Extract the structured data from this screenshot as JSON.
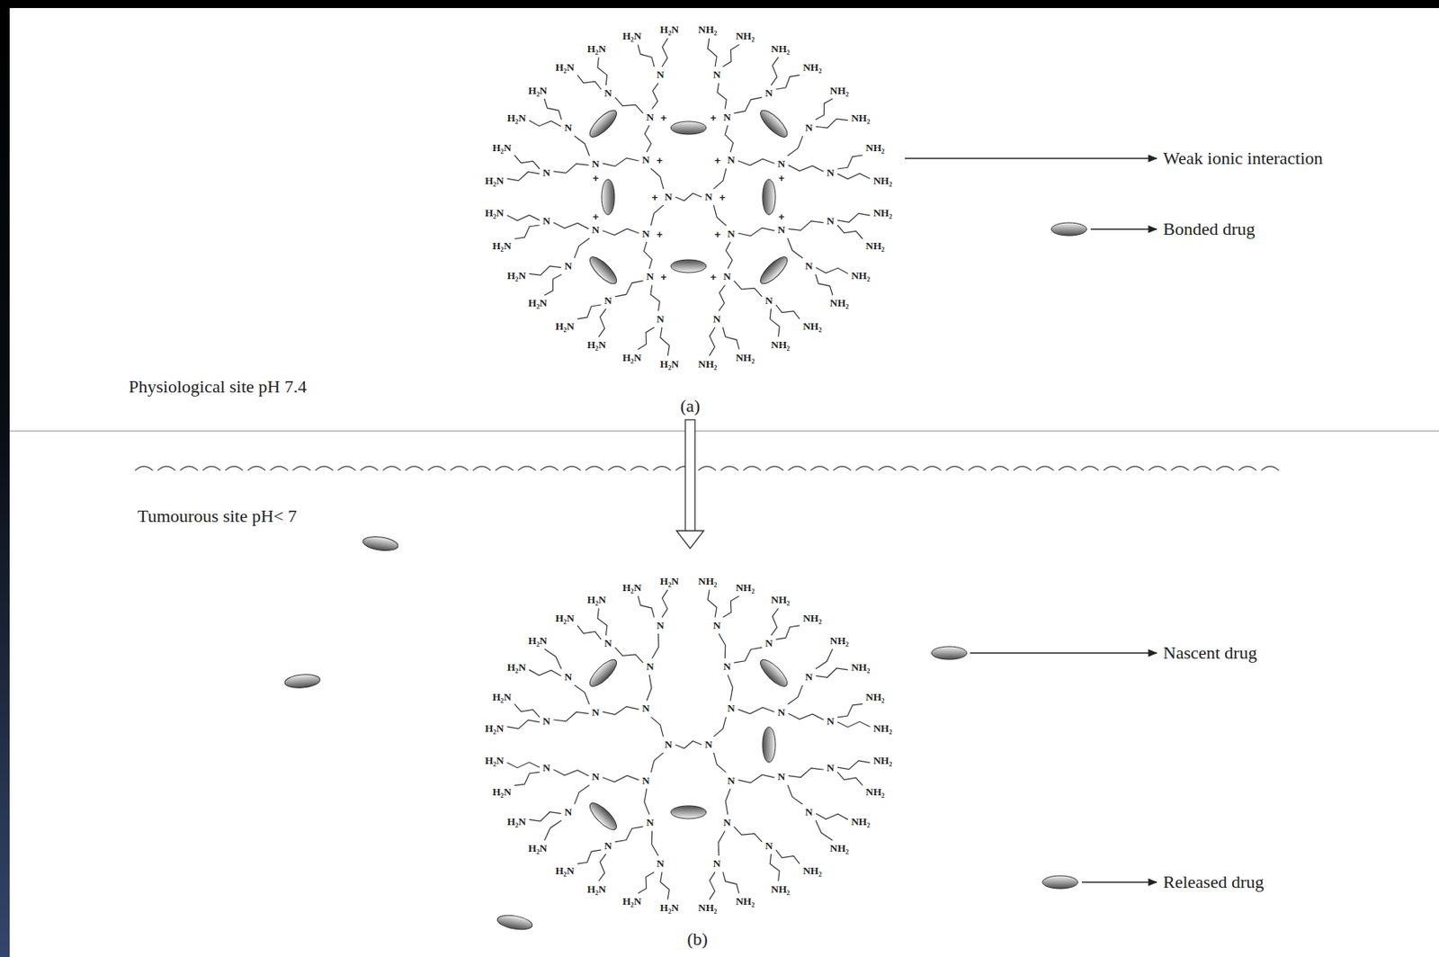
{
  "diagram": {
    "labels": [
      "Weak ionic interaction",
      "Bonded drug",
      "Physiological site pH 7.4",
      "(a)",
      "Tumourous site pH< 7",
      "Nascent drug",
      "Released drug",
      "(b)",
      "N",
      "N",
      "N",
      "N",
      "N",
      "N",
      "N",
      "N",
      "N",
      "N",
      "N",
      "N",
      "N",
      "N",
      "N",
      "N",
      "N",
      "N",
      "N",
      "N",
      "N",
      "N",
      "N",
      "N",
      "N",
      "N",
      "N",
      "N",
      "N",
      "N",
      "NH₂",
      "NH₂",
      "NH₂",
      "NH₂",
      "NH₂",
      "NH₂",
      "NH₂",
      "NH₂",
      "NH₂",
      "NH₂",
      "NH₂",
      "NH₂",
      "NH₂",
      "NH₂",
      "NH₂",
      "NH₂",
      "H₂N",
      "H₂N",
      "H₂N",
      "H₂N",
      "H₂N",
      "H₂N",
      "H₂N",
      "H₂N",
      "H₂N",
      "H₂N",
      "H₂N",
      "H₂N",
      "H₂N",
      "H₂N",
      "H₂N",
      "H₂N",
      "+",
      "+",
      "+",
      "+",
      "+",
      "+",
      "+",
      "+",
      "+",
      "+",
      "+",
      "+",
      "+",
      "+",
      "N",
      "N",
      "N",
      "N",
      "N",
      "N",
      "N",
      "N",
      "N",
      "N",
      "N",
      "N",
      "N",
      "N",
      "N",
      "N",
      "N",
      "N",
      "N",
      "N",
      "N",
      "N",
      "N",
      "N",
      "N",
      "N",
      "N",
      "N",
      "N",
      "N",
      "NH₂",
      "NH₂",
      "NH₂",
      "NH₂",
      "NH₂",
      "NH₂",
      "NH₂",
      "NH₂",
      "NH₂",
      "NH₂",
      "NH₂",
      "NH₂",
      "NH₂",
      "NH₂",
      "NH₂",
      "NH₂",
      "H₂N",
      "H₂N",
      "H₂N",
      "H₂N",
      "H₂N",
      "H₂N",
      "H₂N",
      "H₂N",
      "H₂N",
      "H₂N",
      "H₂N",
      "H₂N",
      "H₂N",
      "H₂N",
      "H₂N",
      "H₂N"
    ]
  }
}
